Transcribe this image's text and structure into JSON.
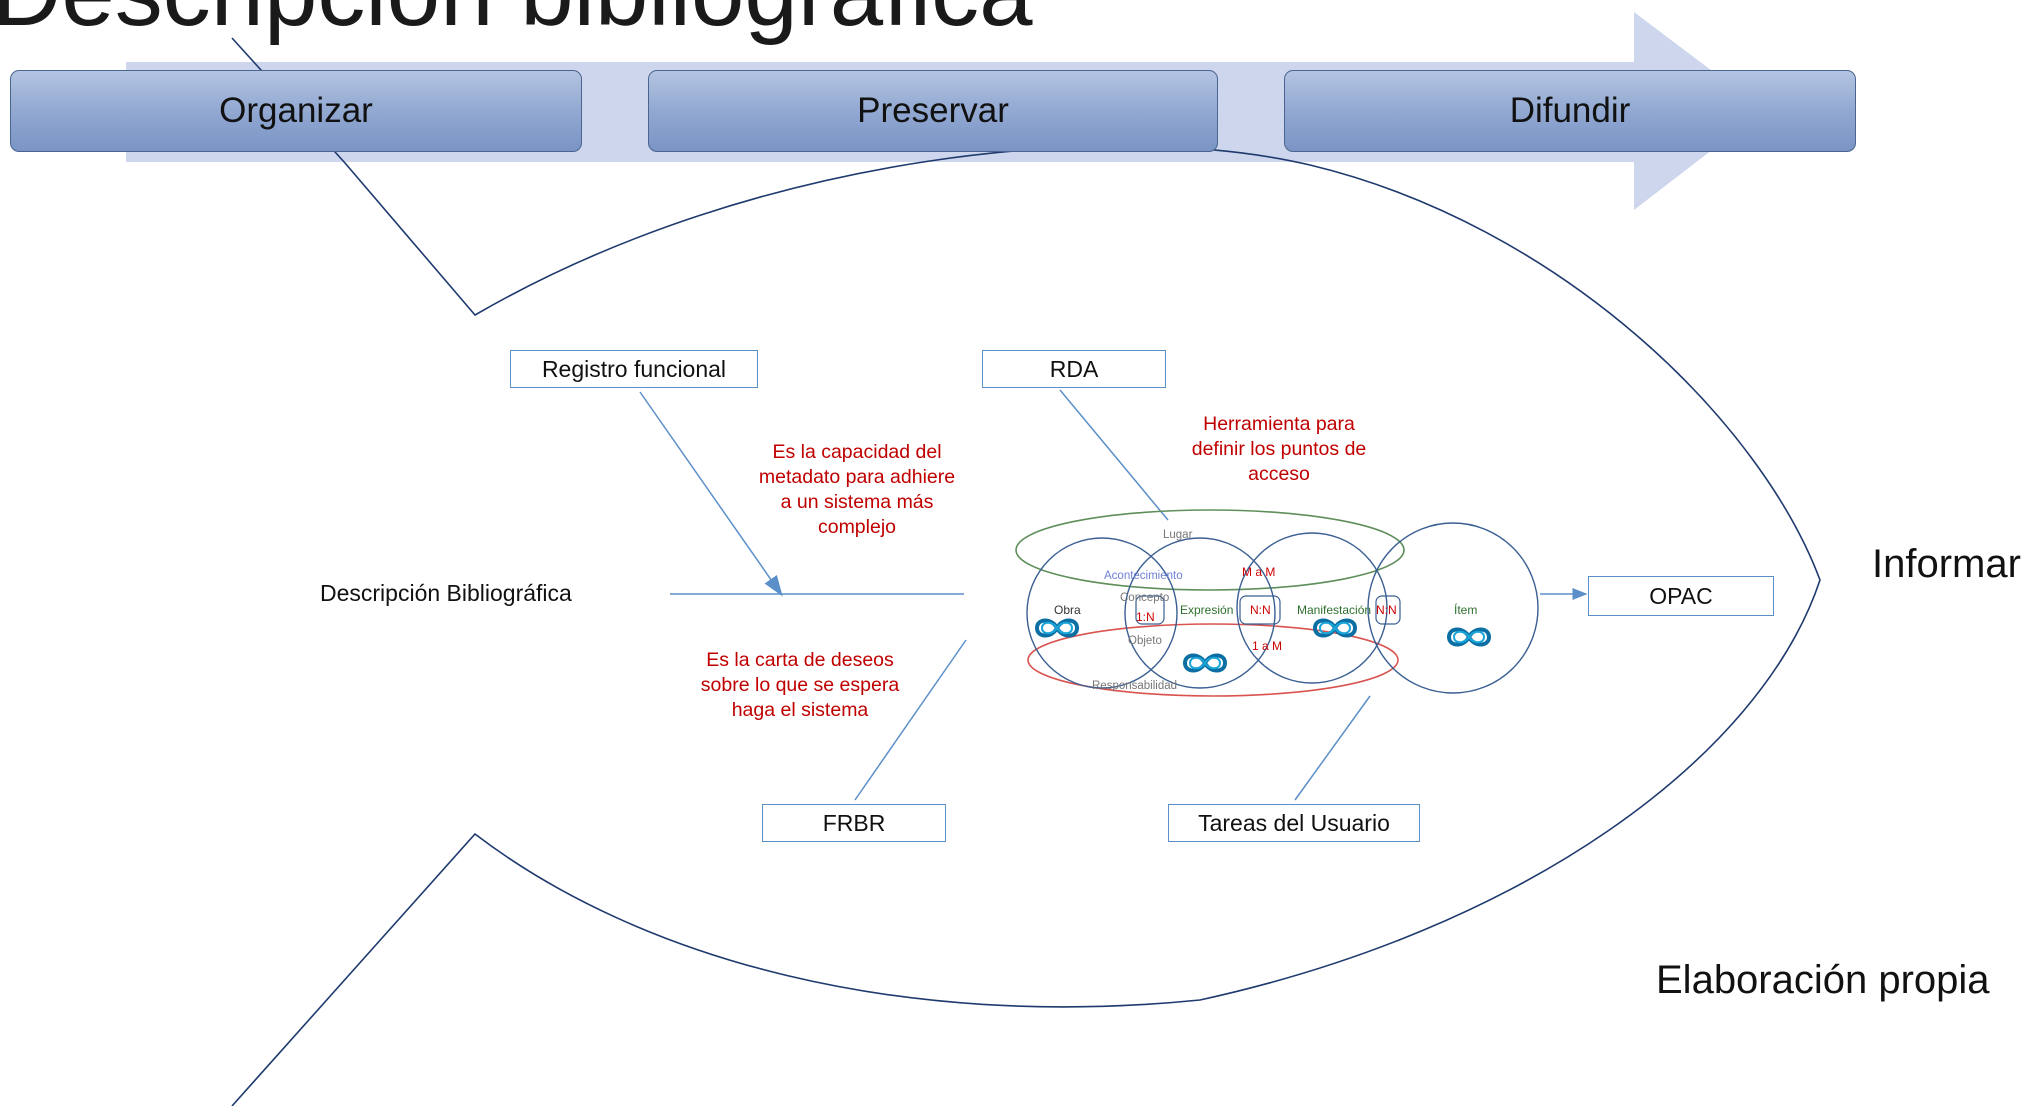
{
  "title": "Descripción bibliográfica",
  "process": {
    "steps": [
      "Organizar",
      "Preservar",
      "Difundir"
    ],
    "arrow_color": "#cdd6ec",
    "box_color": "#8fa6d0"
  },
  "fishbone": {
    "head_label": "Informar",
    "spine_label": "Descripción Bibliográfica",
    "causes": {
      "top_left": "Registro funcional",
      "top_right": "RDA",
      "bottom_left": "FRBR",
      "bottom_right": "Tareas del Usuario"
    },
    "notes": {
      "registro": "Es la capacidad del\nmetadato para adhiere\na un sistema más\ncomplejo",
      "rda": "Herramienta para\ndefinir los puntos de\nacceso",
      "frbr": "Es la carta de deseos\nsobre lo que se espera\nhaga el sistema"
    },
    "output": "OPAC",
    "line_color": "#1f3a6e",
    "note_color": "#c00000"
  },
  "frbr_model": {
    "entities": [
      "Obra",
      "Expresión",
      "Manifestación",
      "Ítem"
    ],
    "group3": [
      "Lugar",
      "Acontecimiento",
      "Concepto",
      "Objeto"
    ],
    "group2": "Responsabilidad",
    "relations": [
      "1:N",
      "N:N",
      "N:N",
      "M a M",
      "1 a M"
    ],
    "colors": {
      "lugar": "#5e8f5a",
      "acontecimiento": "#6d7fd6",
      "responsabilidad": "#d9534f",
      "entity_outline": "#3a5f92",
      "relation_text": "#cc0000"
    }
  },
  "credit": "Elaboración propia"
}
